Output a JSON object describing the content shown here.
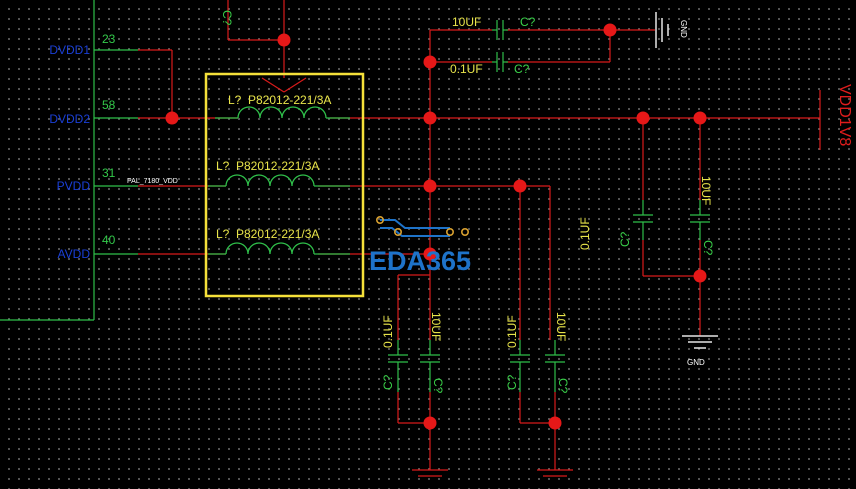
{
  "chip": {
    "pins": [
      {
        "name": "DVDD1",
        "number": "23"
      },
      {
        "name": "DVDD2",
        "number": "58"
      },
      {
        "name": "PVDD",
        "number": "31"
      },
      {
        "name": "AVDD",
        "number": "40"
      }
    ]
  },
  "net_label": "PAL_7180_VDD",
  "inductors": [
    {
      "ref": "L?",
      "value": "P82012-221/3A"
    },
    {
      "ref": "L?",
      "value": "P82012-221/3A"
    },
    {
      "ref": "L?",
      "value": "P82012-221/3A"
    }
  ],
  "capacitors": {
    "top_10uf": {
      "value": "10UF",
      "ref": "C?"
    },
    "top_01uf": {
      "value": "0.1UF",
      "ref": "C?"
    },
    "right_01uf": {
      "value": "0.1UF",
      "ref": "C?"
    },
    "right_10uf": {
      "value": "10UF",
      "ref": "C?"
    },
    "mid_01uf": {
      "value": "0.1UF",
      "ref": "C?"
    },
    "mid_10uf": {
      "value": "10UF",
      "ref": "C?"
    },
    "low_01uf": {
      "value": "0.1UF",
      "ref": "C?"
    },
    "low_10uf": {
      "value": "10UF",
      "ref": "C?"
    },
    "topleft_ref": "C?"
  },
  "ground": {
    "top": "GND",
    "right": "GND"
  },
  "supply_label": "VDD1V8",
  "watermark": "EDA365",
  "colors": {
    "wire": "#d81a1a",
    "component": "#2fbf4a",
    "selection": "#f5e13a",
    "pin_name": "#1a3fd6",
    "watermark": "#1e73c9"
  }
}
